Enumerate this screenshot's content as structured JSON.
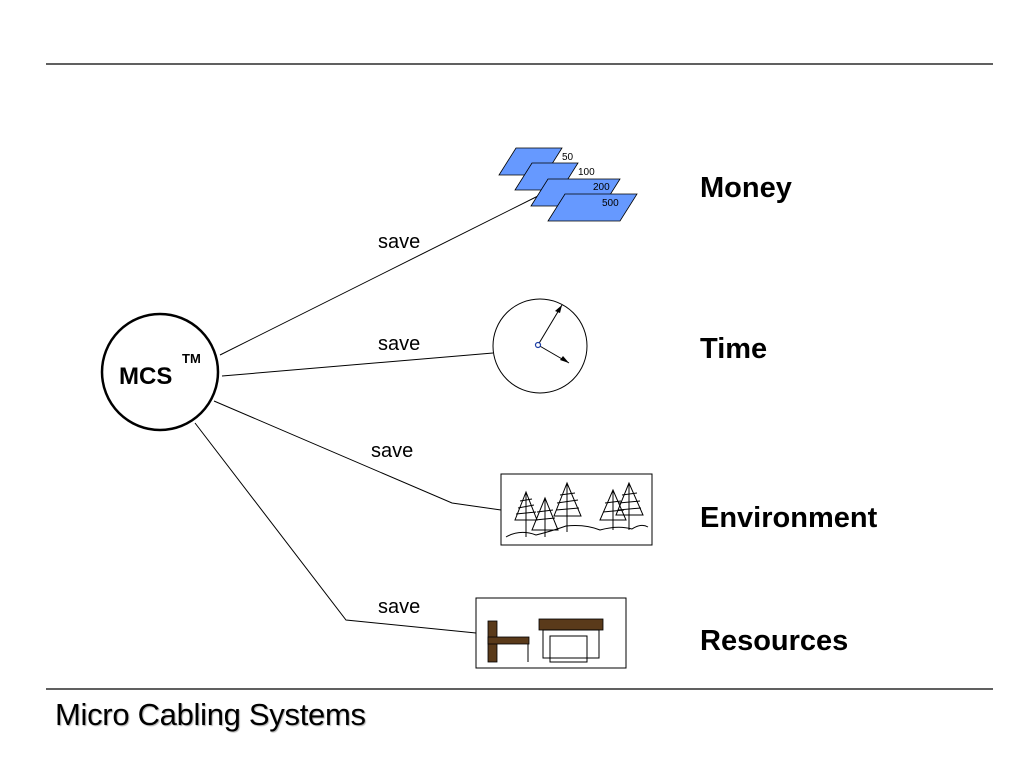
{
  "hub": {
    "label": "MCS",
    "trademark": "TM"
  },
  "connector_label": "save",
  "targets": [
    {
      "key": "money",
      "label": "Money",
      "icon": "banknotes-icon"
    },
    {
      "key": "time",
      "label": "Time",
      "icon": "clock-icon"
    },
    {
      "key": "environment",
      "label": "Environment",
      "icon": "trees-icon"
    },
    {
      "key": "resources",
      "label": "Resources",
      "icon": "furniture-icon"
    }
  ],
  "banknotes": [
    "50",
    "100",
    "200",
    "500"
  ],
  "footer": {
    "title": "Micro Cabling Systems"
  },
  "colors": {
    "note_fill": "#6699ff",
    "furniture": "#5a3a1a",
    "line": "#000000"
  }
}
